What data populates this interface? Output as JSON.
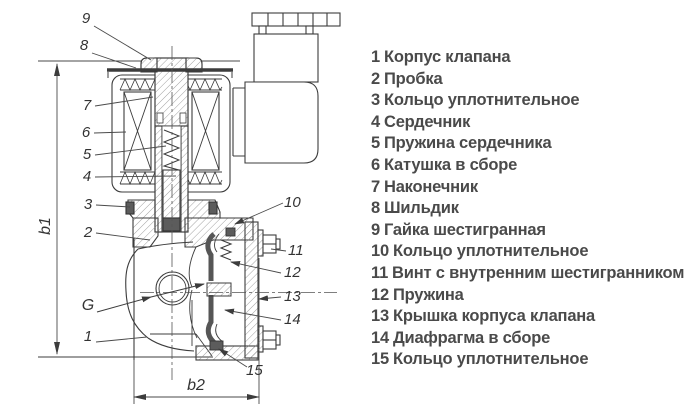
{
  "colors": {
    "line": "#3c3c3c",
    "text": "#4a4a4a",
    "dark_fill": "#5c5c5c"
  },
  "drawing": {
    "labels": {
      "b1": "b1",
      "b2": "b2",
      "port": "G"
    },
    "callouts": [
      {
        "num": "1"
      },
      {
        "num": "2"
      },
      {
        "num": "3"
      },
      {
        "num": "4"
      },
      {
        "num": "5"
      },
      {
        "num": "6"
      },
      {
        "num": "7"
      },
      {
        "num": "8"
      },
      {
        "num": "9"
      },
      {
        "num": "10"
      },
      {
        "num": "11"
      },
      {
        "num": "12"
      },
      {
        "num": "13"
      },
      {
        "num": "14"
      },
      {
        "num": "15"
      }
    ]
  },
  "legend": {
    "items": [
      {
        "num": "1",
        "label": "Корпус клапана"
      },
      {
        "num": "2",
        "label": "Пробка"
      },
      {
        "num": "3",
        "label": "Кольцо уплотнительное"
      },
      {
        "num": "4",
        "label": "Сердечник"
      },
      {
        "num": "5",
        "label": "Пружина сердечника"
      },
      {
        "num": "6",
        "label": "Катушка в сборе"
      },
      {
        "num": "7",
        "label": "Наконечник"
      },
      {
        "num": "8",
        "label": "Шильдик"
      },
      {
        "num": "9",
        "label": "Гайка шестигранная"
      },
      {
        "num": "10",
        "label": "Кольцо уплотнительное"
      },
      {
        "num": "11",
        "label": "Винт с внутренним шестигранником"
      },
      {
        "num": "12",
        "label": "Пружина"
      },
      {
        "num": "13",
        "label": "Крышка корпуса клапана"
      },
      {
        "num": "14",
        "label": "Диафрагма в сборе"
      },
      {
        "num": "15",
        "label": "Кольцо уплотнительное"
      }
    ]
  }
}
